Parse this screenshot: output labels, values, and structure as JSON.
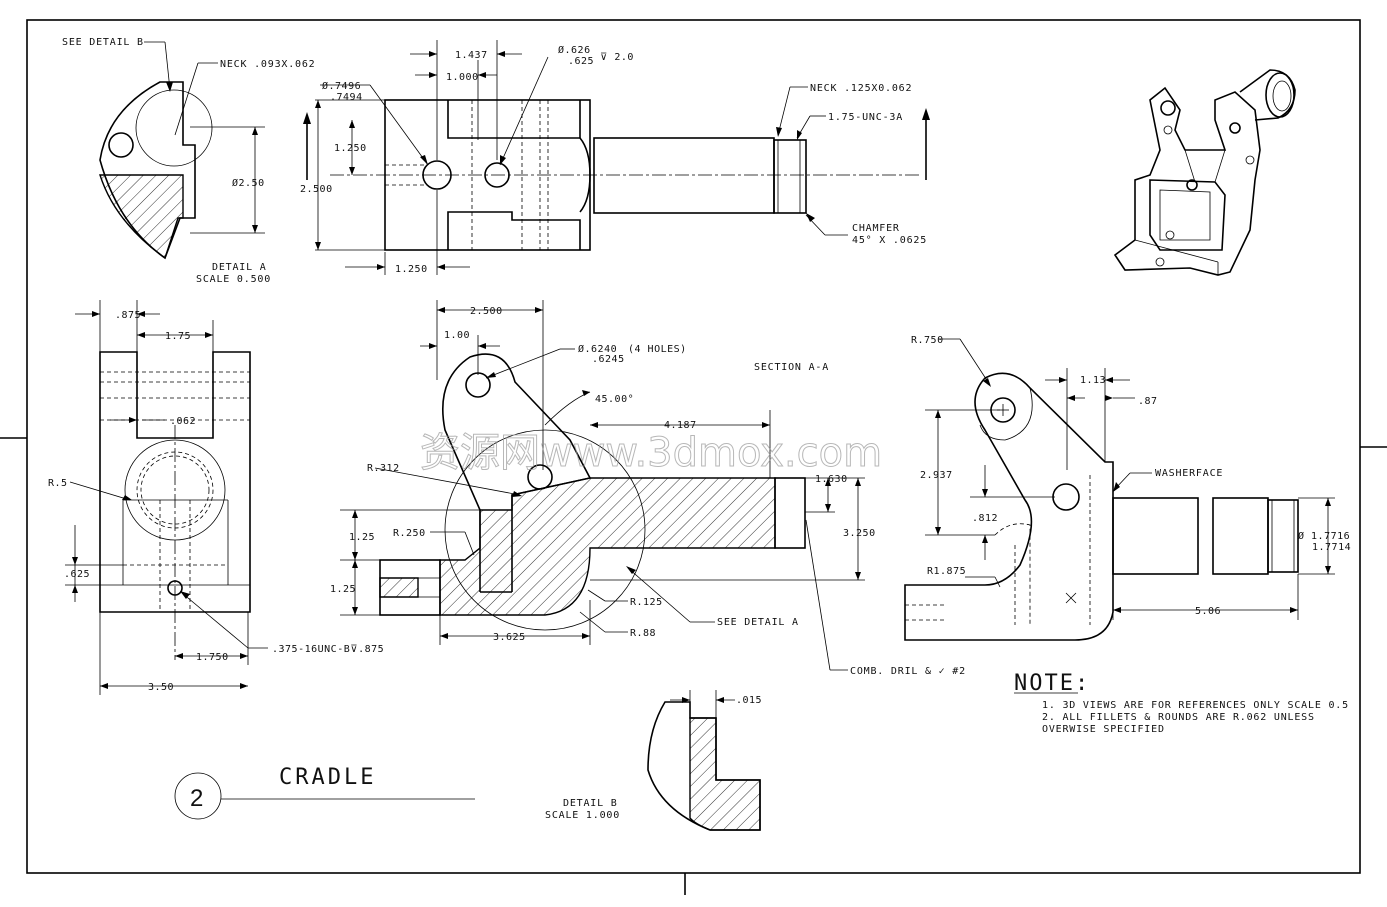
{
  "title": "CRADLE",
  "sheet_number": "2",
  "detail_a": {
    "see_detail": "SEE DETAIL  B",
    "neck": "NECK .093X.062",
    "diameter": "Ø2.50",
    "caption_line1": "DETAIL  A",
    "caption_line2": "SCALE  0.500"
  },
  "top_view": {
    "dim_1437": "1.437",
    "dim_1000": "1.000",
    "hole_dia_top": "Ø.626",
    "hole_dia_bot": ".625",
    "hole_depth": "⊽ 2.0",
    "bore_top": "Ø.7496",
    "bore_bot": ".7494",
    "dim_1250": "1.250",
    "dim_2500": "2.500",
    "dim_1250b": "1.250",
    "neck": "NECK .125X0.062",
    "thread": "1.75-UNC-3A",
    "chamfer1": "CHAMFER",
    "chamfer2": "45° X .0625"
  },
  "left_view": {
    "dim_875": ".875",
    "dim_175": "1.75",
    "dim_062": ".062",
    "radius": "R.5",
    "dim_625": ".625",
    "dim_1750": "1.750",
    "dim_350": "3.50",
    "tapped": ".375-16UNC-B⊽.875"
  },
  "section_view": {
    "dim_2500": "2.500",
    "dim_100": "1.00",
    "holes_top": "Ø.6240",
    "holes_bot": ".6245",
    "holes_note": "(4 HOLES)",
    "angle": "45.00°",
    "dim_4187": "4.187",
    "r312": "R.312",
    "r250": "R.250",
    "dim_125a": "1.25",
    "dim_125b": "1.25",
    "dim_1630": "1.630",
    "dim_3250": "3.250",
    "r125": "R.125",
    "r88": "R.88",
    "see_detail_a": "SEE DETAIL  A",
    "dim_3625": "3.625",
    "comb_drill": "COMB. DRIL & ✓ #2",
    "title": "SECTION A-A"
  },
  "right_view": {
    "r750": "R.750",
    "dim_113": "1.13",
    "dim_87": ".87",
    "dim_2937": "2.937",
    "washerface": "WASHERFACE",
    "dim_812": ".812",
    "r1875": "R1.875",
    "dia_top": "Ø 1.7716",
    "dia_bot": "1.7714",
    "dim_506": "5.06"
  },
  "detail_b": {
    "dim_015": ".015",
    "caption_line1": "DETAIL  B",
    "caption_line2": "SCALE  1.000"
  },
  "notes": {
    "heading": "NOTE:",
    "line1": "1. 3D VIEWS ARE FOR REFERENCES ONLY SCALE 0.5",
    "line2": "2. ALL FILLETS & ROUNDS ARE R.062 UNLESS",
    "line3": "OVERWISE SPECIFIED"
  },
  "watermark": "资源网www.3dmox.com"
}
